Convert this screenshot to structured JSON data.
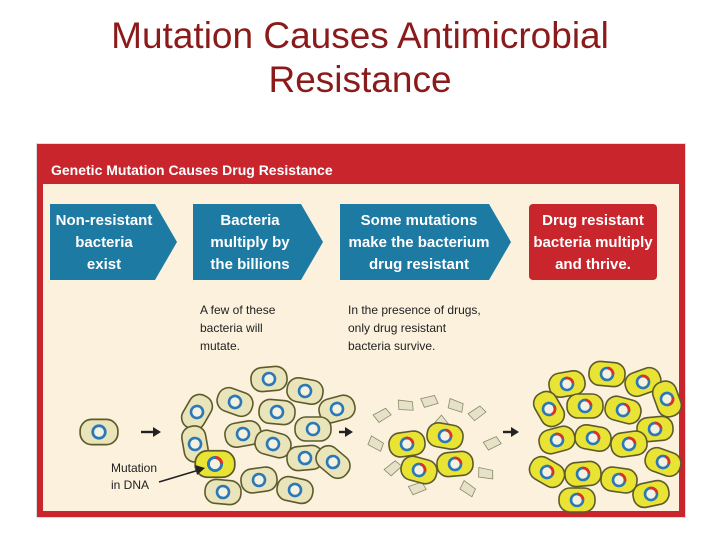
{
  "slide": {
    "title_line1": "Mutation Causes Antimicrobial",
    "title_line2": "Resistance"
  },
  "figure": {
    "banner_title": "Genetic Mutation Causes Drug Resistance",
    "steps": [
      {
        "lines": [
          "Non-resistant",
          "bacteria",
          "exist"
        ]
      },
      {
        "lines": [
          "Bacteria",
          "multiply by",
          "the billions"
        ]
      },
      {
        "lines": [
          "Some mutations",
          "make the bacterium",
          "drug resistant"
        ]
      },
      {
        "lines": [
          "Drug resistant",
          "bacteria multiply",
          "and thrive."
        ]
      }
    ],
    "notes": {
      "step2": [
        "A few of these",
        "bacteria will",
        "mutate."
      ],
      "step3": [
        "In the presence of drugs,",
        "only drug resistant",
        "bacteria survive."
      ]
    },
    "callout": [
      "Mutation",
      "in DNA"
    ]
  },
  "colors": {
    "banner_red": "#c8252c",
    "step_blue": "#1d7aa3",
    "step_red": "#c8252c",
    "panel_bg": "#fbf1dd",
    "normal_cell": "#e9e4b9",
    "mutant_cell": "#e9e334",
    "dna_blue": "#2a78b7",
    "dna_red": "#d8332a"
  }
}
